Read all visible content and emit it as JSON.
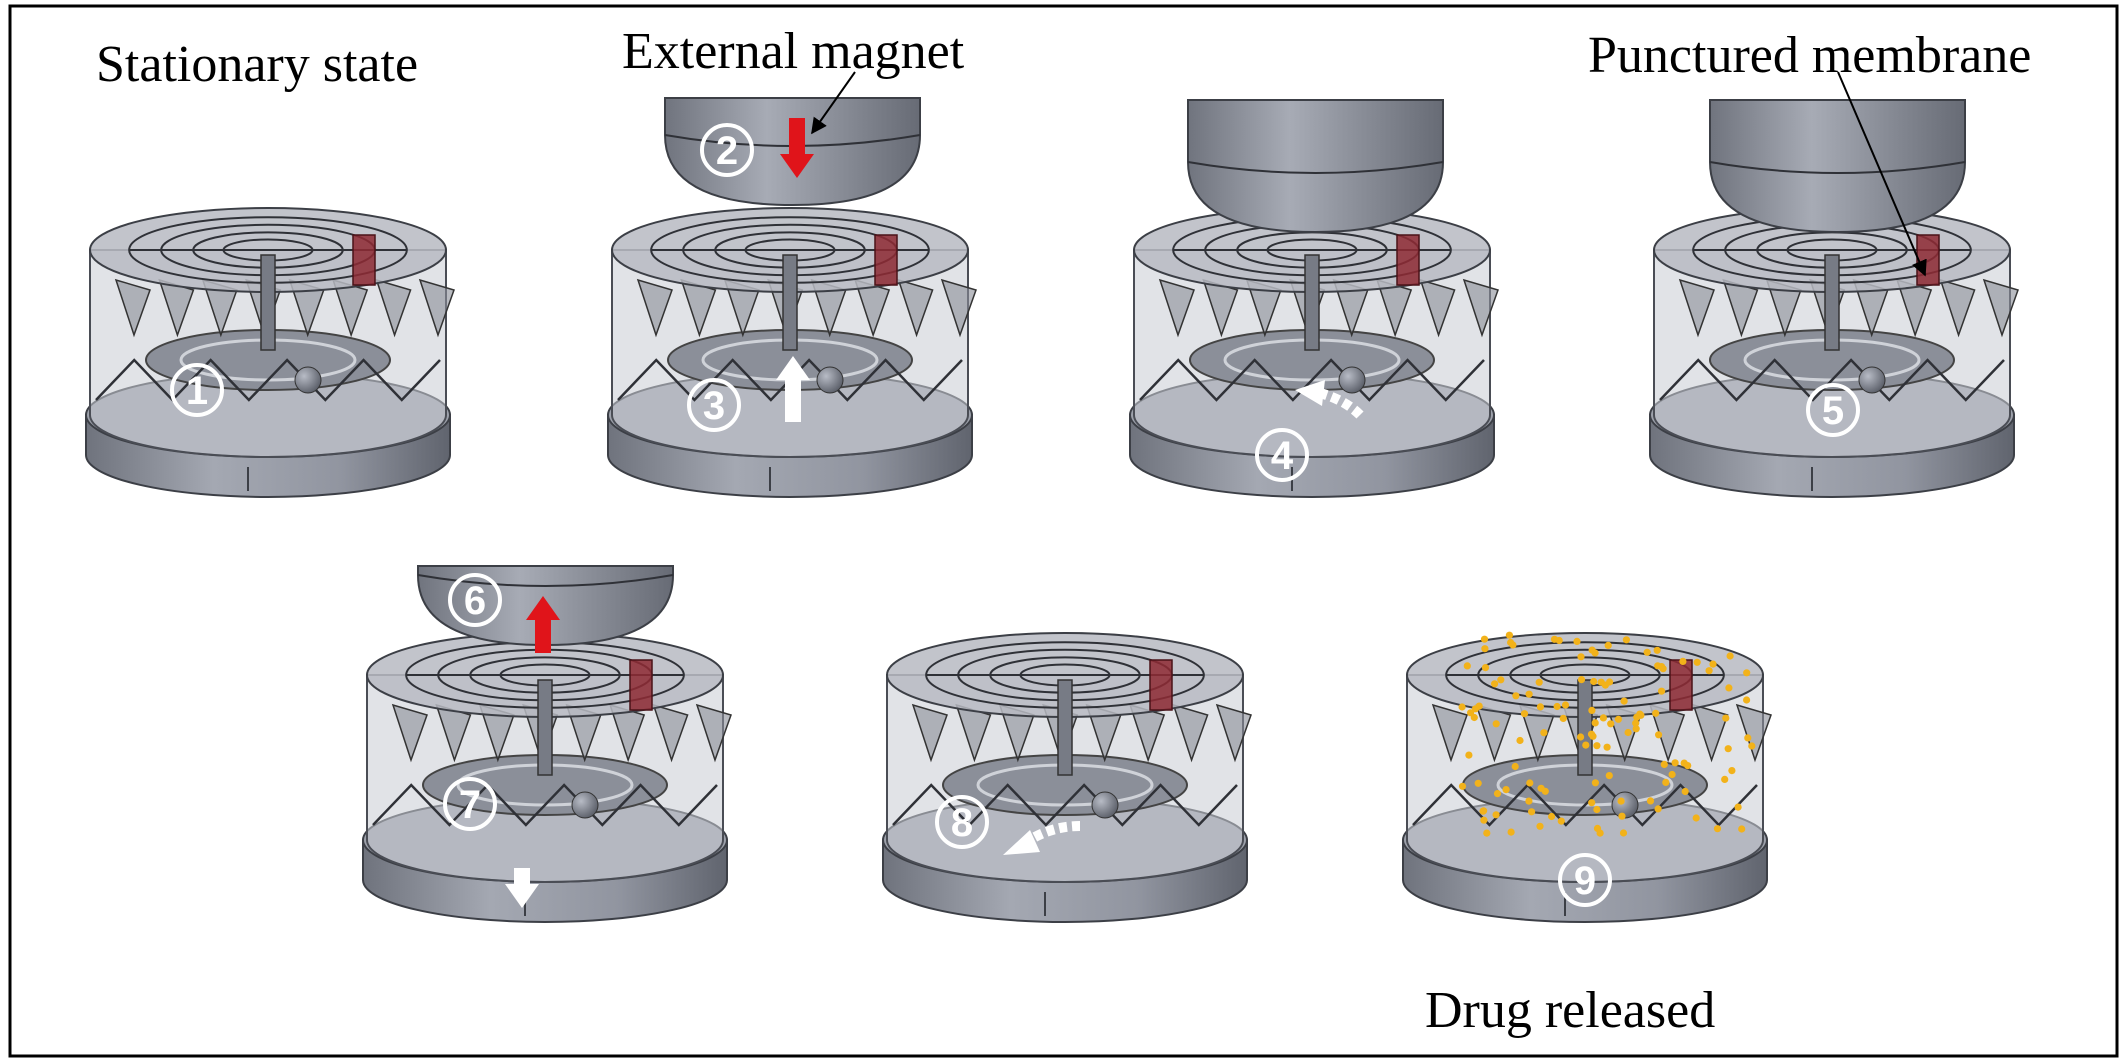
{
  "labels": {
    "stationary": "Stationary state",
    "magnet": "External magnet",
    "punctured": "Punctured membrane",
    "released": "Drug released"
  },
  "steps": [
    "1",
    "2",
    "3",
    "4",
    "5",
    "6",
    "7",
    "8",
    "9"
  ],
  "colors": {
    "device_body": "#8f939d",
    "device_dark": "#5d616b",
    "magnet": "#8a8e98",
    "red_arrow": "#e0141a",
    "drug_particles": "#f2b21a",
    "reservoir": "#8e2a34"
  }
}
